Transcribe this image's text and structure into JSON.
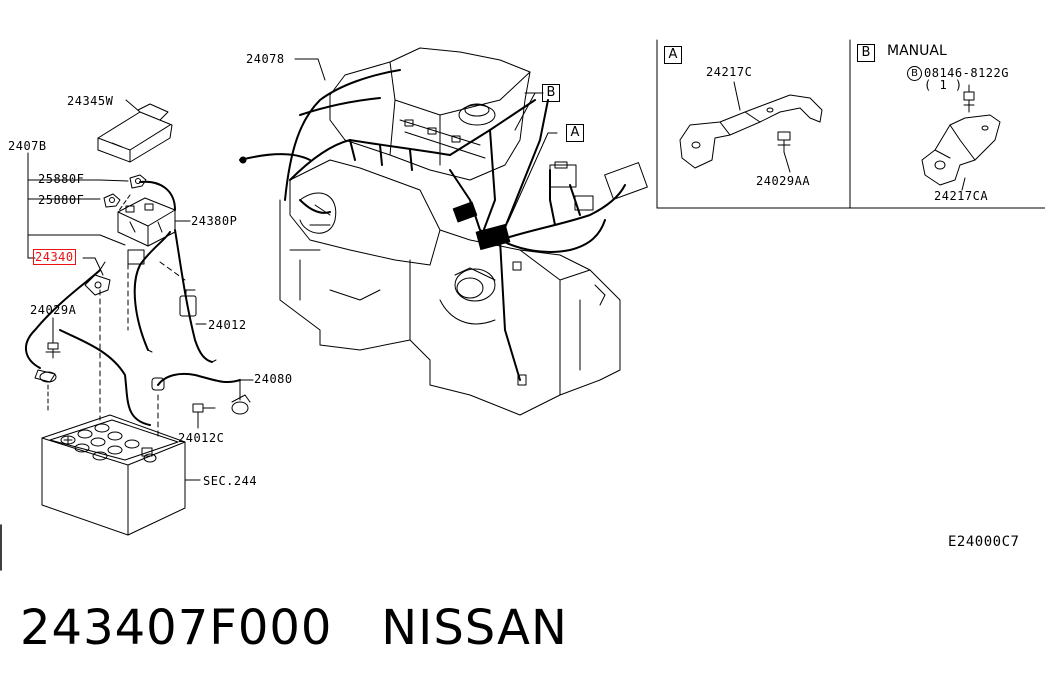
{
  "part_number": "243407F000",
  "brand": "NISSAN",
  "diagram_code": "E24000C7",
  "callouts": {
    "c24078_top": "24078",
    "c24345w": "24345W",
    "c2407b": "2407B",
    "c25880f_1": "25880F",
    "c25880f_2": "25880F",
    "c24380p": "24380P",
    "c24340": "24340",
    "c24029a": "24029A",
    "c24012": "24012",
    "c24080": "24080",
    "c24012c": "24012C",
    "csec244": "SEC.244",
    "c24217c": "24217C",
    "c24029aa": "24029AA",
    "c24217ca": "24217CA",
    "bolt_code": "08146-8122G",
    "bolt_qty": "( 1 )"
  },
  "view_markers": {
    "a": "A",
    "b": "B"
  },
  "inset_a": {
    "letter": "A"
  },
  "inset_b": {
    "letter": "B",
    "title": "MANUAL"
  }
}
